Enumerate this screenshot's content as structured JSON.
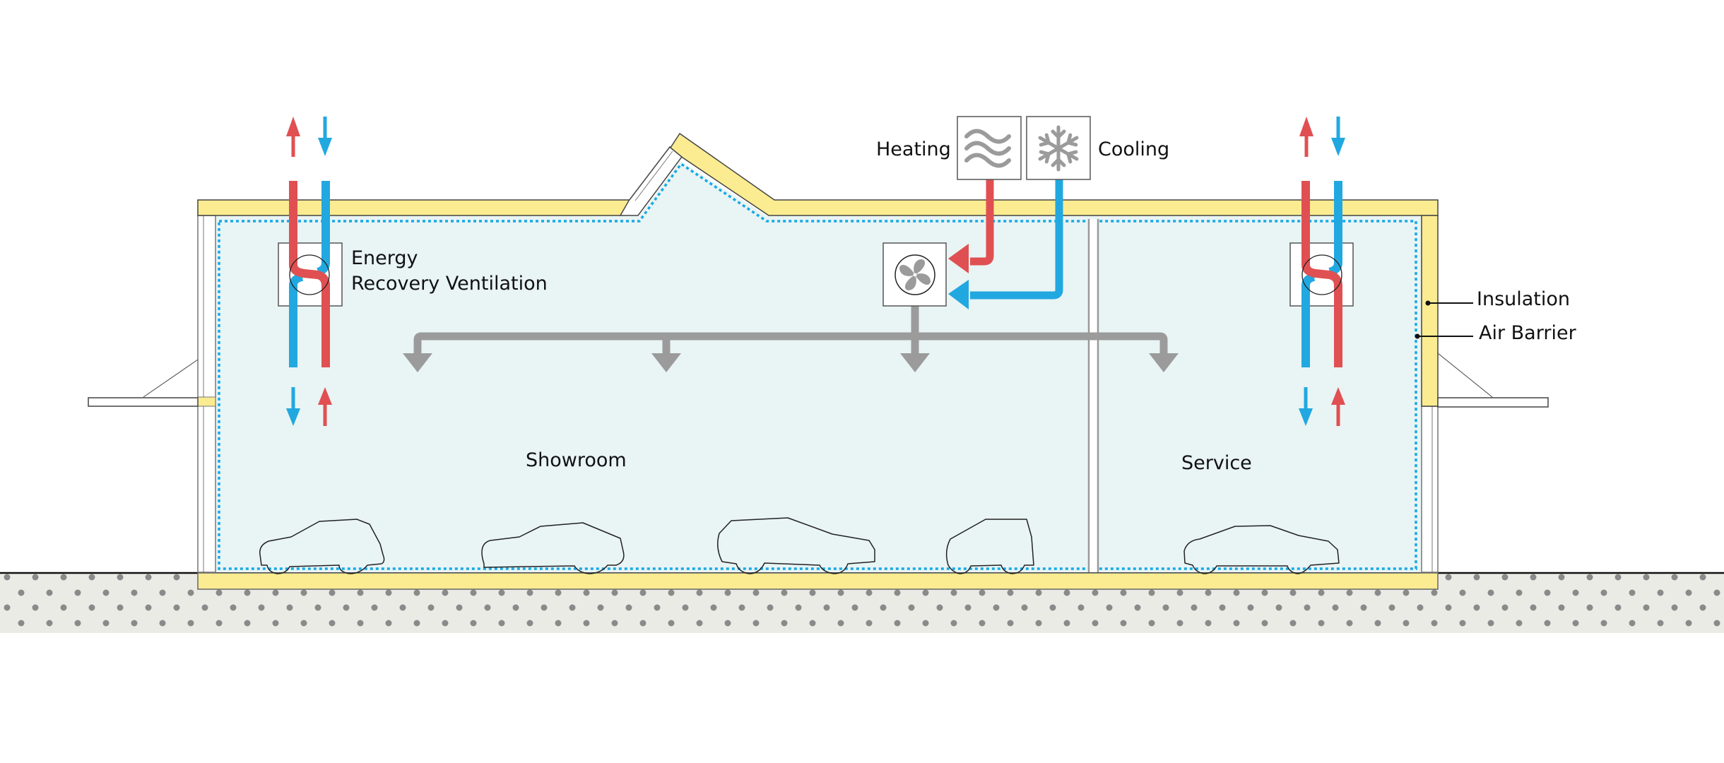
{
  "diagram": {
    "title": "Building section: ventilation, heating and cooling",
    "labels": {
      "heating": "Heating",
      "cooling": "Cooling",
      "erv_line1": "Energy",
      "erv_line2": "Recovery Ventilation",
      "insulation": "Insulation",
      "air_barrier": "Air Barrier",
      "showroom": "Showroom",
      "service": "Service"
    },
    "icons": {
      "heating": "heat-waves-icon",
      "cooling": "snowflake-icon",
      "fan": "fan-icon",
      "erv": "heat-exchanger-icon",
      "car": "car-silhouette-icon"
    },
    "colors": {
      "warm_air": "#e05052",
      "cool_air": "#22a8e0",
      "supply_duct": "#9b9b9b",
      "insulation": "#fbec91",
      "air_barrier": "#15a9e6",
      "interior": "#e9f4f4",
      "ground": "#ebebe6",
      "ground_dots": "#8a8a8a"
    },
    "rooms": [
      "Showroom",
      "Service"
    ],
    "erv_units": 2,
    "supply_outlets": 4,
    "cars": {
      "showroom": 4,
      "service": 1
    }
  }
}
